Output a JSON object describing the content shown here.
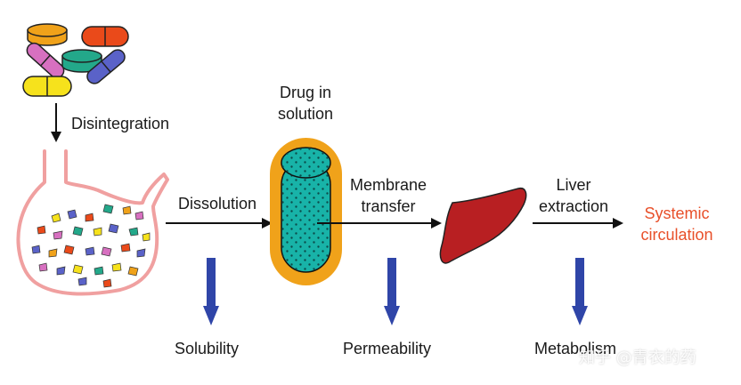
{
  "labels": {
    "disintegration": "Disintegration",
    "drug_in_solution_line1": "Drug in",
    "drug_in_solution_line2": "solution",
    "dissolution": "Dissolution",
    "membrane_transfer_line1": "Membrane",
    "membrane_transfer_line2": "transfer",
    "liver_extraction_line1": "Liver",
    "liver_extraction_line2": "extraction",
    "systemic_circulation_line1": "Systemic",
    "systemic_circulation_line2": "circulation",
    "solubility": "Solubility",
    "permeability": "Permeability",
    "metabolism": "Metabolism"
  },
  "watermark": "知乎 @青衣的药",
  "icons": {
    "pills": "pills-icon",
    "stomach": "stomach-icon",
    "intestine": "intestine-icon",
    "liver": "liver-icon"
  },
  "colors": {
    "stomach_outline": "#f0a0a0",
    "intestine_wall": "#f0a21a",
    "intestine_lumen": "#18b3a8",
    "liver": "#b81f22",
    "blue_arrow": "#2f45a8",
    "systemic_text": "#e8502a"
  }
}
